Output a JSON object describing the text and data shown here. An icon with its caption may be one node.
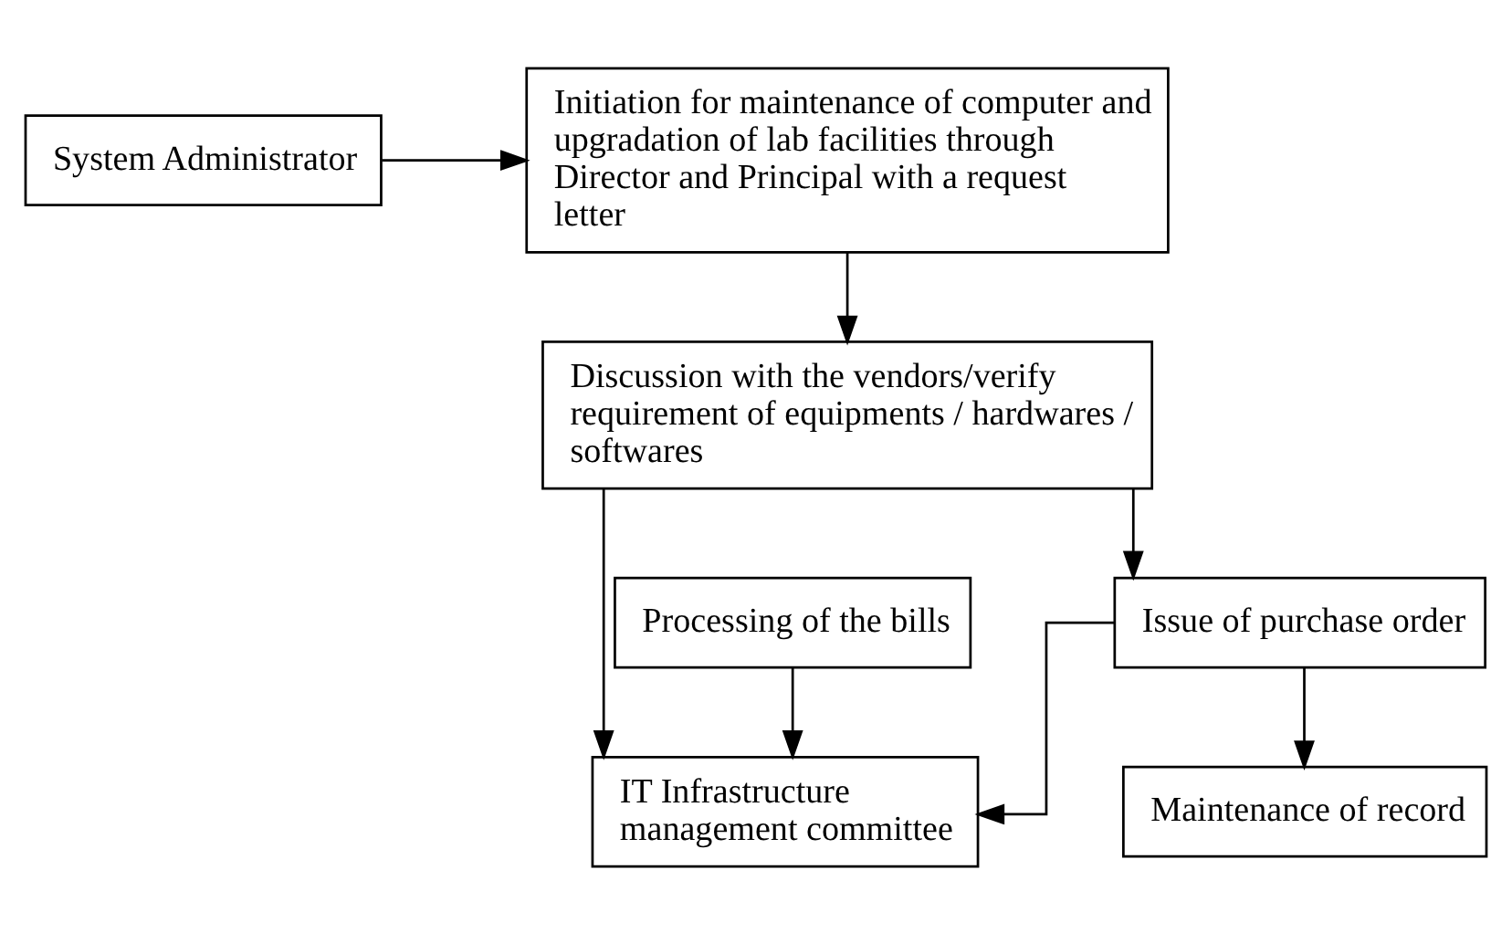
{
  "diagram": {
    "nodes": [
      {
        "text": [
          "Initiation for maintenance of computer and upgradation of lab facilities through Director and Principal with a request letter"
        ]
      },
      {
        "text": [
          "System Administrator"
        ]
      },
      {
        "text": [
          "Discussion with the vendors/verify requirement of equipments / hardwares / softwares"
        ]
      },
      {
        "text": [
          "IT Infrastructure management committee"
        ]
      },
      {
        "text": [
          "Issue of purchase order"
        ]
      },
      {
        "text": [
          "Processing of the bills"
        ]
      },
      {
        "text": [
          "Maintenance of record"
        ]
      }
    ],
    "edges": [
      {
        "from": 1,
        "to": 0,
        "arrow": "to"
      },
      {
        "from": 0,
        "to": 2,
        "arrow": "to"
      },
      {
        "from": 2,
        "to": 3,
        "arrow": "to"
      },
      {
        "from": 2,
        "to": 4,
        "arrow": "to"
      },
      {
        "from": 4,
        "to": 3,
        "arrow": "to"
      },
      {
        "from": 4,
        "to": 6,
        "arrow": "to"
      },
      {
        "from": 5,
        "to": 3,
        "arrow": "to"
      }
    ]
  }
}
